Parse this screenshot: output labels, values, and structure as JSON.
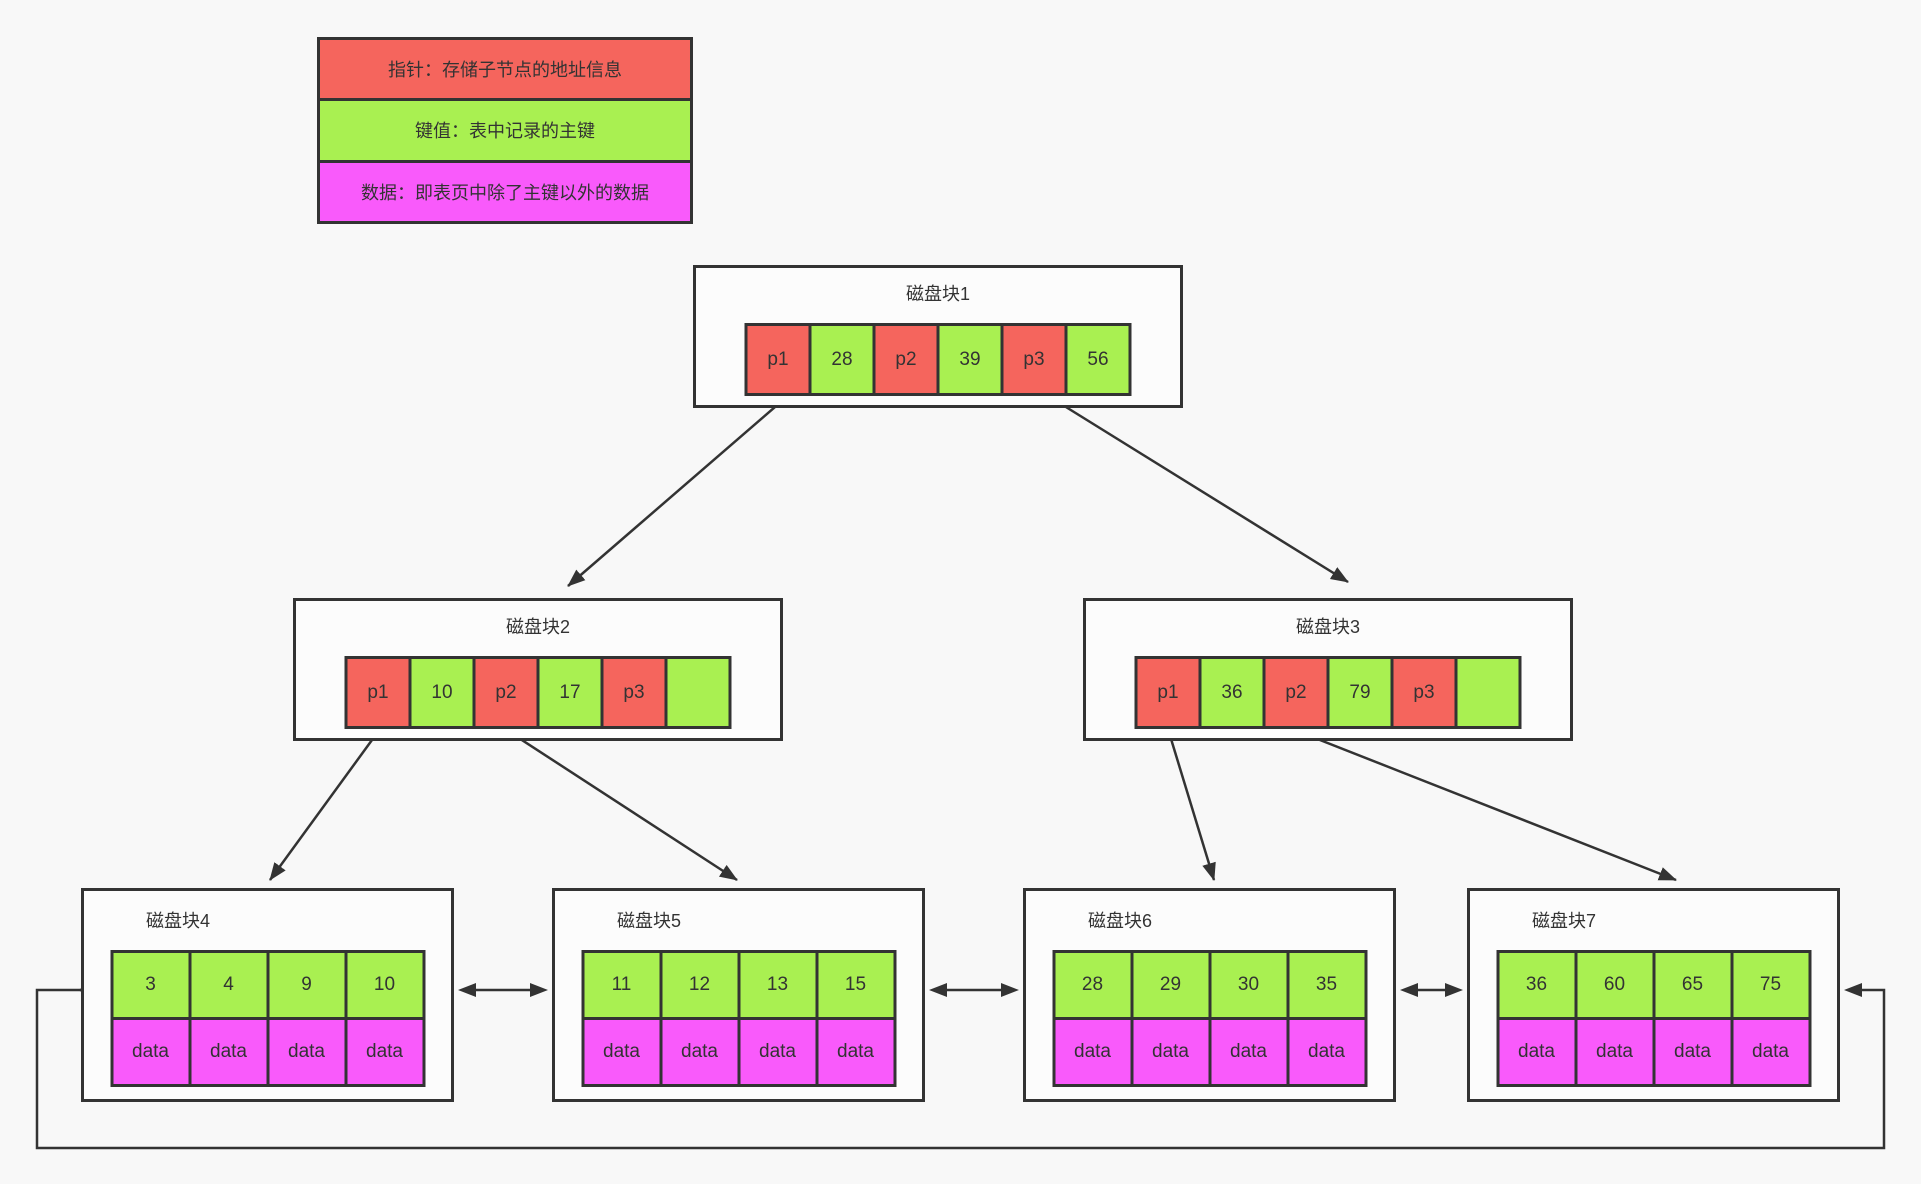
{
  "colors": {
    "background": "#f8f8f8",
    "box": "#fcfcfc",
    "pointer": "#f5655d",
    "key": "#a9f051",
    "data": "#f95afb",
    "border": "#333333",
    "arrow": "#333333"
  },
  "legend": {
    "items": [
      {
        "id": "pointer",
        "label": "指针：存储子节点的地址信息"
      },
      {
        "id": "key",
        "label": "键值：表中记录的主键"
      },
      {
        "id": "data",
        "label": "数据：即表页中除了主键以外的数据"
      }
    ]
  },
  "internal_blocks": [
    {
      "title": "磁盘块1",
      "cells": [
        {
          "type": "pointer",
          "label": "p1"
        },
        {
          "type": "key",
          "label": "28"
        },
        {
          "type": "pointer",
          "label": "p2"
        },
        {
          "type": "key",
          "label": "39"
        },
        {
          "type": "pointer",
          "label": "p3"
        },
        {
          "type": "key",
          "label": "56"
        }
      ]
    },
    {
      "title": "磁盘块2",
      "cells": [
        {
          "type": "pointer",
          "label": "p1"
        },
        {
          "type": "key",
          "label": "10"
        },
        {
          "type": "pointer",
          "label": "p2"
        },
        {
          "type": "key",
          "label": "17"
        },
        {
          "type": "pointer",
          "label": "p3"
        },
        {
          "type": "key",
          "label": ""
        }
      ]
    },
    {
      "title": "磁盘块3",
      "cells": [
        {
          "type": "pointer",
          "label": "p1"
        },
        {
          "type": "key",
          "label": "36"
        },
        {
          "type": "pointer",
          "label": "p2"
        },
        {
          "type": "key",
          "label": "79"
        },
        {
          "type": "pointer",
          "label": "p3"
        },
        {
          "type": "key",
          "label": ""
        }
      ]
    }
  ],
  "leaf_blocks": [
    {
      "title": "磁盘块4",
      "keys": [
        "3",
        "4",
        "9",
        "10"
      ],
      "data": [
        "data",
        "data",
        "data",
        "data"
      ]
    },
    {
      "title": "磁盘块5",
      "keys": [
        "11",
        "12",
        "13",
        "15"
      ],
      "data": [
        "data",
        "data",
        "data",
        "data"
      ]
    },
    {
      "title": "磁盘块6",
      "keys": [
        "28",
        "29",
        "30",
        "35"
      ],
      "data": [
        "data",
        "data",
        "data",
        "data"
      ]
    },
    {
      "title": "磁盘块7",
      "keys": [
        "36",
        "60",
        "65",
        "75"
      ],
      "data": [
        "data",
        "data",
        "data",
        "data"
      ]
    }
  ]
}
